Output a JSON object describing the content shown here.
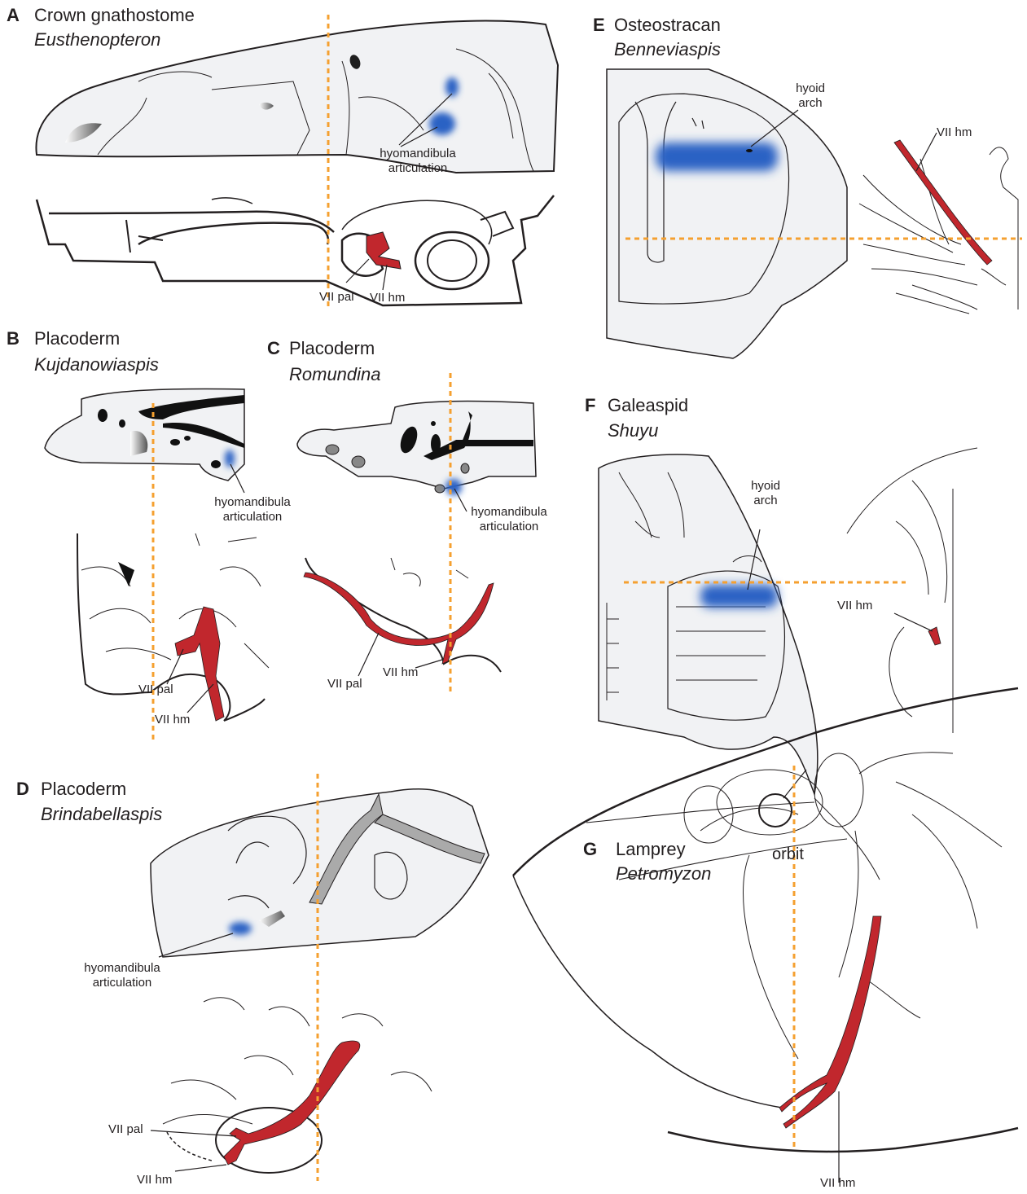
{
  "panels": [
    {
      "letter": "A",
      "group": "Crown gnathostome",
      "taxon": "Eusthenopteron"
    },
    {
      "letter": "B",
      "group": "Placoderm",
      "taxon": "Kujdanowiaspis"
    },
    {
      "letter": "C",
      "group": "Placoderm",
      "taxon": "Romundina"
    },
    {
      "letter": "D",
      "group": "Placoderm",
      "taxon": "Brindabellaspis"
    },
    {
      "letter": "E",
      "group": "Osteostracan",
      "taxon": "Benneviaspis"
    },
    {
      "letter": "F",
      "group": "Galeaspid",
      "taxon": "Shuyu"
    },
    {
      "letter": "G",
      "group": "Lamprey",
      "taxon": "Petromyzon"
    }
  ],
  "labels": {
    "hyomandibula_articulation_l1": "hyomandibula",
    "hyomandibula_articulation_l2": "articulation",
    "hyoid_arch_l1": "hyoid",
    "hyoid_arch_l2": "arch",
    "vii_pal": "VII pal",
    "vii_hm": "VII hm",
    "orbit": "orbit"
  },
  "colors": {
    "guide_line": "#f5a030",
    "nerve": "#c1272d",
    "articulation_highlight": "#2a62c4",
    "bone_fill": "#f1f2f4",
    "outline": "#231f20"
  }
}
